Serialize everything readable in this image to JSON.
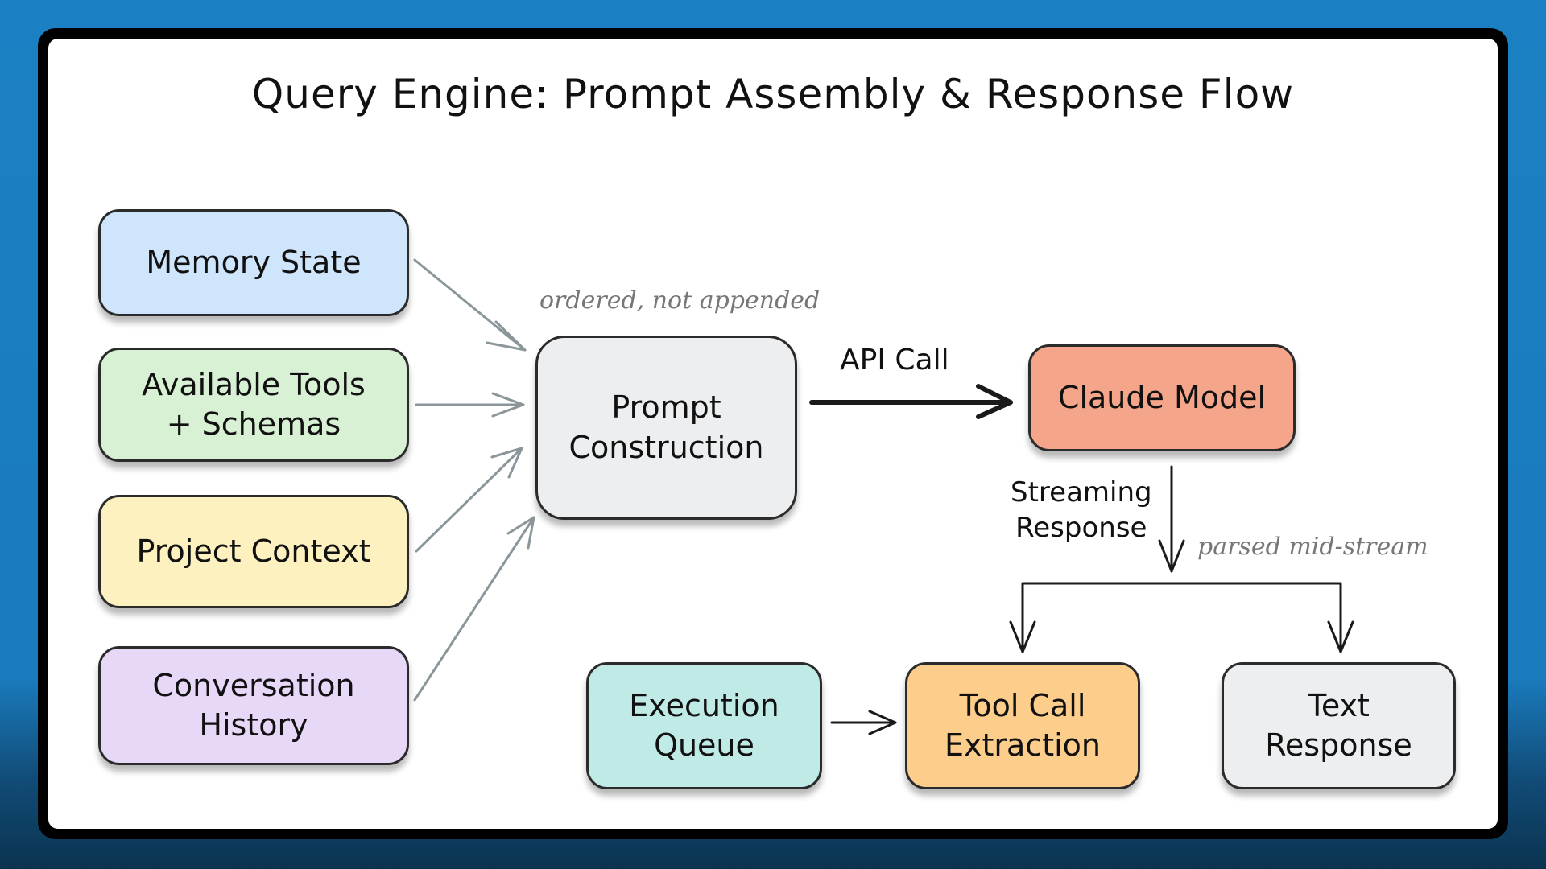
{
  "diagram": {
    "title": "Query Engine: Prompt Assembly & Response Flow",
    "nodes": {
      "memory_state": {
        "label": "Memory State",
        "color": "#cfe5fb"
      },
      "available_tools": {
        "label": "Available Tools\n+ Schemas",
        "color": "#d8f0d3"
      },
      "project_context": {
        "label": "Project Context",
        "color": "#fcf1bf"
      },
      "conversation_history": {
        "label": "Conversation\nHistory",
        "color": "#e7d8f8"
      },
      "prompt_construction": {
        "label": "Prompt\nConstruction",
        "color": "#eceef0"
      },
      "claude_model": {
        "label": "Claude Model",
        "color": "#f5a58a"
      },
      "execution_queue": {
        "label": "Execution\nQueue",
        "color": "#bfeae5"
      },
      "tool_call_extraction": {
        "label": "Tool Call\nExtraction",
        "color": "#fdcd8c"
      },
      "text_response": {
        "label": "Text\nResponse",
        "color": "#eceef0"
      }
    },
    "edges": [
      {
        "from": "memory_state",
        "to": "prompt_construction"
      },
      {
        "from": "available_tools",
        "to": "prompt_construction"
      },
      {
        "from": "project_context",
        "to": "prompt_construction"
      },
      {
        "from": "conversation_history",
        "to": "prompt_construction"
      },
      {
        "from": "prompt_construction",
        "to": "claude_model",
        "label": "API Call"
      },
      {
        "from": "claude_model",
        "to": "tool_call_extraction",
        "label": "Streaming\nResponse"
      },
      {
        "from": "claude_model",
        "to": "text_response",
        "label": "Streaming\nResponse"
      },
      {
        "from": "execution_queue",
        "to": "tool_call_extraction"
      }
    ],
    "annotations": {
      "ordered": "ordered, not appended",
      "api_call": "API Call",
      "streaming": "Streaming\nResponse",
      "parsed": "parsed mid-stream"
    },
    "colors": {
      "input_arrow": "#8a9699",
      "main_arrow": "#1a1a1a"
    }
  }
}
